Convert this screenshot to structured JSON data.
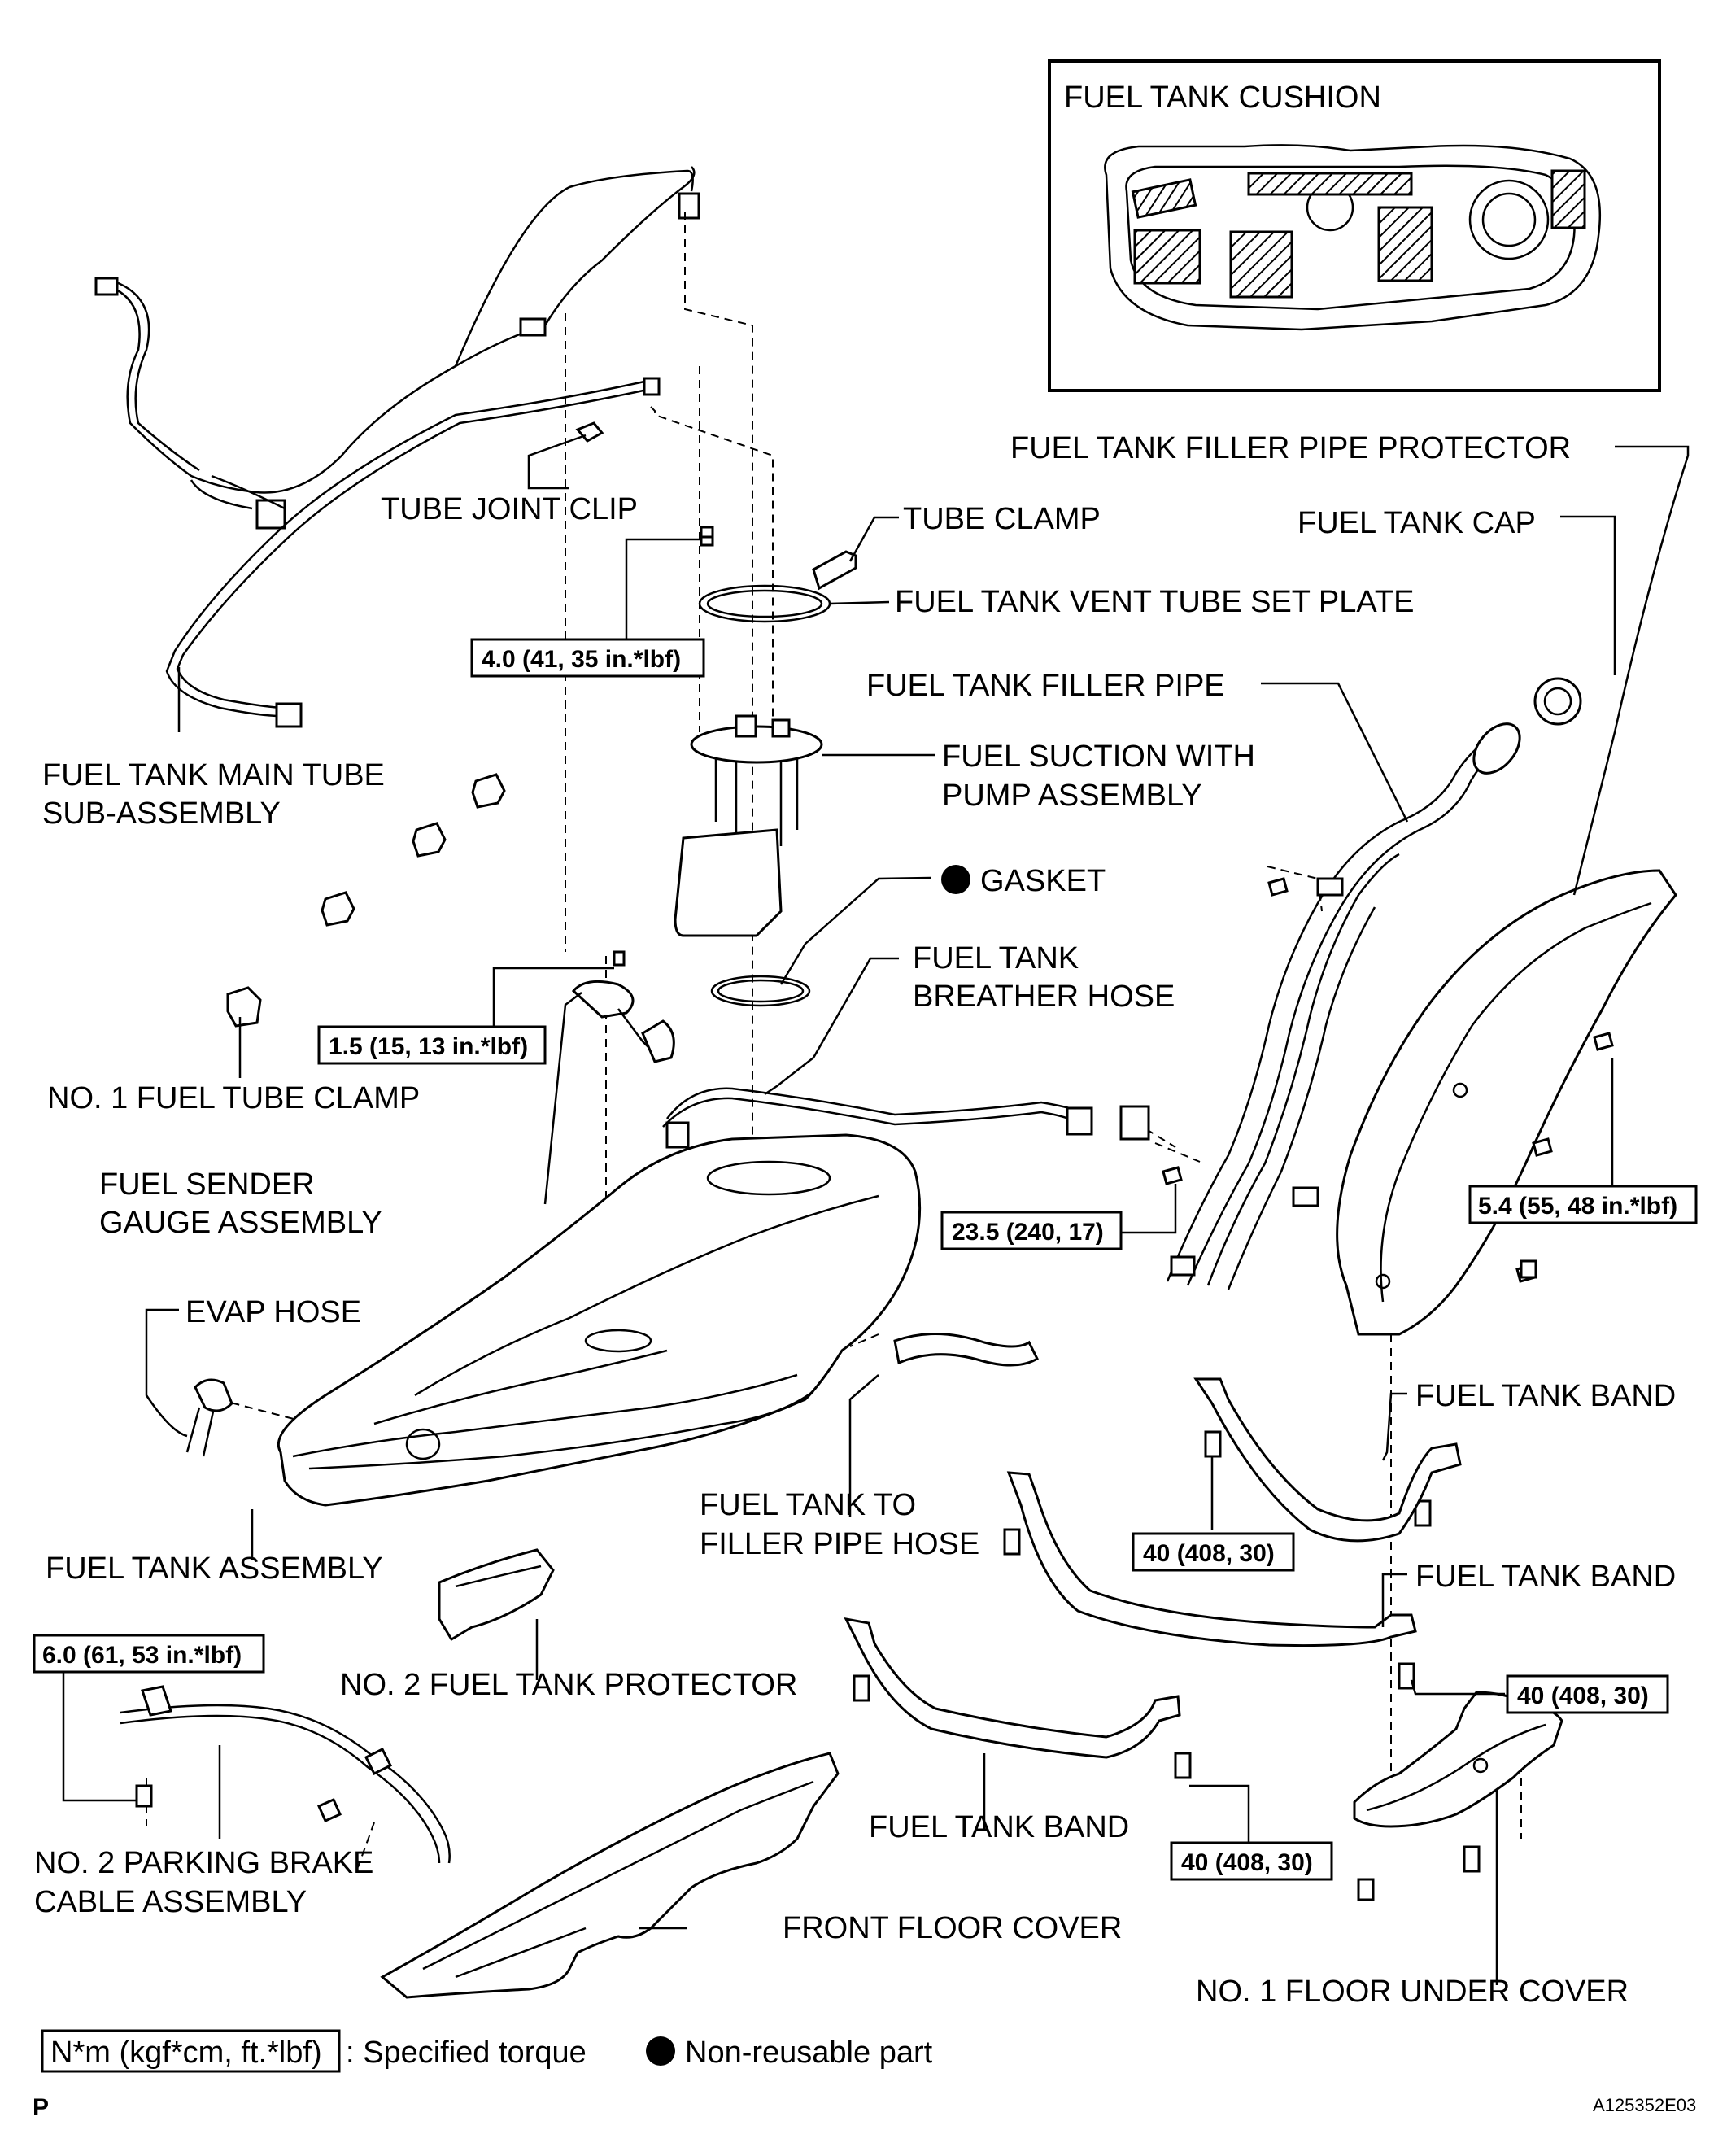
{
  "title": "",
  "inset": {
    "title": "FUEL TANK CUSHION"
  },
  "labels": {
    "fuel_tank_filler_pipe_protector": "FUEL TANK FILLER PIPE PROTECTOR",
    "fuel_tank_cap": "FUEL TANK CAP",
    "tube_clamp": "TUBE CLAMP",
    "tube_joint_clip": "TUBE JOINT CLIP",
    "fuel_tank_vent_tube_set_plate": "FUEL TANK VENT TUBE SET PLATE",
    "fuel_tank_filler_pipe": "FUEL TANK FILLER PIPE",
    "fuel_suction_line1": "FUEL SUCTION WITH",
    "fuel_suction_line2": "PUMP ASSEMBLY",
    "fuel_tank_main_tube_line1": "FUEL TANK MAIN TUBE",
    "fuel_tank_main_tube_line2": "SUB-ASSEMBLY",
    "gasket": "GASKET",
    "breather_hose_line1": "FUEL TANK",
    "breather_hose_line2": "BREATHER HOSE",
    "no1_fuel_tube_clamp": "NO. 1 FUEL TUBE CLAMP",
    "fuel_sender_line1": "FUEL SENDER",
    "fuel_sender_line2": "GAUGE ASSEMBLY",
    "evap_hose": "EVAP HOSE",
    "fuel_tank_band_1": "FUEL TANK BAND",
    "fuel_tank_band_2": "FUEL TANK BAND",
    "fuel_tank_band_3": "FUEL TANK BAND",
    "filler_pipe_hose_line1": "FUEL TANK TO",
    "filler_pipe_hose_line2": "FILLER PIPE HOSE",
    "fuel_tank_assembly": "FUEL TANK ASSEMBLY",
    "no2_fuel_tank_protector": "NO. 2 FUEL TANK PROTECTOR",
    "parking_brake_line1": "NO. 2 PARKING BRAKE",
    "parking_brake_line2": "CABLE ASSEMBLY",
    "front_floor_cover": "FRONT FLOOR COVER",
    "no1_floor_under_cover": "NO. 1 FLOOR UNDER COVER"
  },
  "torques": {
    "t_4_0": "4.0 (41, 35 in.*lbf)",
    "t_1_5": "1.5 (15, 13 in.*lbf)",
    "t_23_5": "23.5 (240, 17)",
    "t_5_4": "5.4 (55, 48 in.*lbf)",
    "t_40_a": "40 (408, 30)",
    "t_40_b": "40 (408, 30)",
    "t_40_c": "40 (408, 30)",
    "t_6_0": "6.0 (61, 53 in.*lbf)"
  },
  "legend": {
    "torque_unit": "N*m (kgf*cm, ft.*lbf)",
    "torque_text": ": Specified torque",
    "nonreusable_text": "Non-reusable part"
  },
  "footer": {
    "left_mark": "P",
    "figure_id": "A125352E03"
  }
}
